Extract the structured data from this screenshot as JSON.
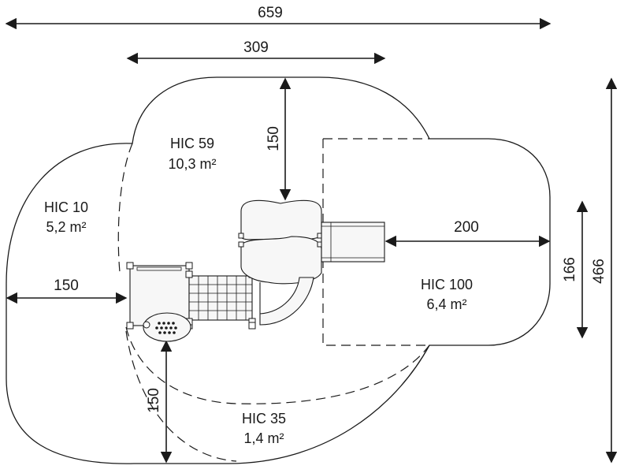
{
  "dimensions": {
    "overall_width": "659",
    "inner_width": "309",
    "top_clearance": "150",
    "slide_clearance": "200",
    "left_clearance": "150",
    "bottom_clearance": "150",
    "depth_inner": "166",
    "overall_depth": "466"
  },
  "zones": [
    {
      "hic": "HIC 59",
      "area": "10,3 m²"
    },
    {
      "hic": "HIC 10",
      "area": "5,2 m²"
    },
    {
      "hic": "HIC 100",
      "area": "6,4 m²"
    },
    {
      "hic": "HIC 35",
      "area": "1,4 m²"
    }
  ],
  "colors": {
    "line": "#1a1a1a",
    "background": "#ffffff",
    "equipment_fill": "#f7f7f7"
  }
}
